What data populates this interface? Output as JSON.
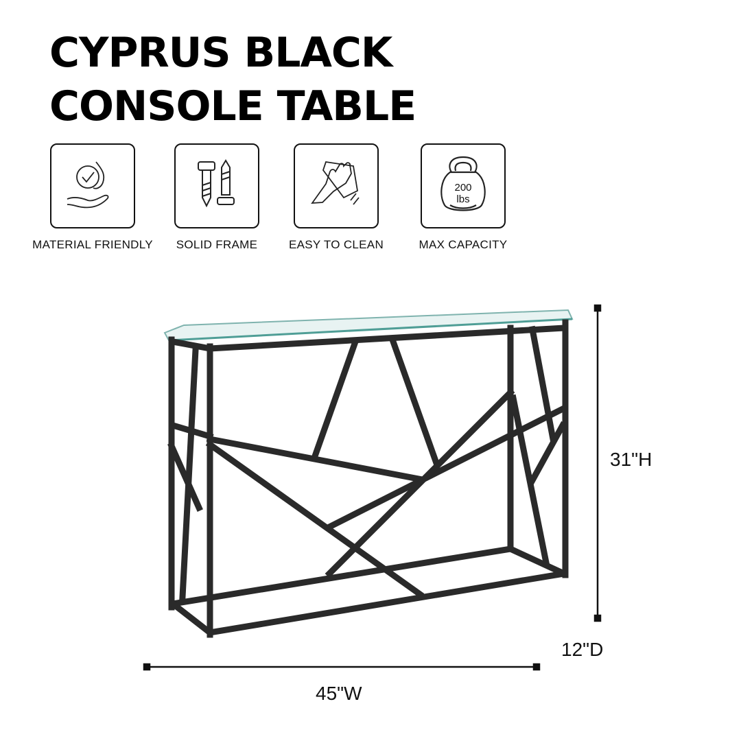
{
  "title": {
    "line1": "CYPRUS BLACK",
    "line2": "CONSOLE TABLE"
  },
  "features": [
    {
      "label": "MATERIAL FRIENDLY",
      "icon": "hand-check-flame-icon"
    },
    {
      "label": "SOLID FRAME",
      "icon": "bolts-icon"
    },
    {
      "label": "EASY TO CLEAN",
      "icon": "hand-wipe-icon"
    },
    {
      "label": "MAX CAPACITY",
      "icon": "kettlebell-icon",
      "weight_value": "200",
      "weight_unit": "lbs"
    }
  ],
  "dimensions": {
    "height": "31\"H",
    "depth": "12\"D",
    "width": "45\"W"
  },
  "colors": {
    "frame": "#2a2a2a",
    "glass": "#cfe6e4"
  }
}
